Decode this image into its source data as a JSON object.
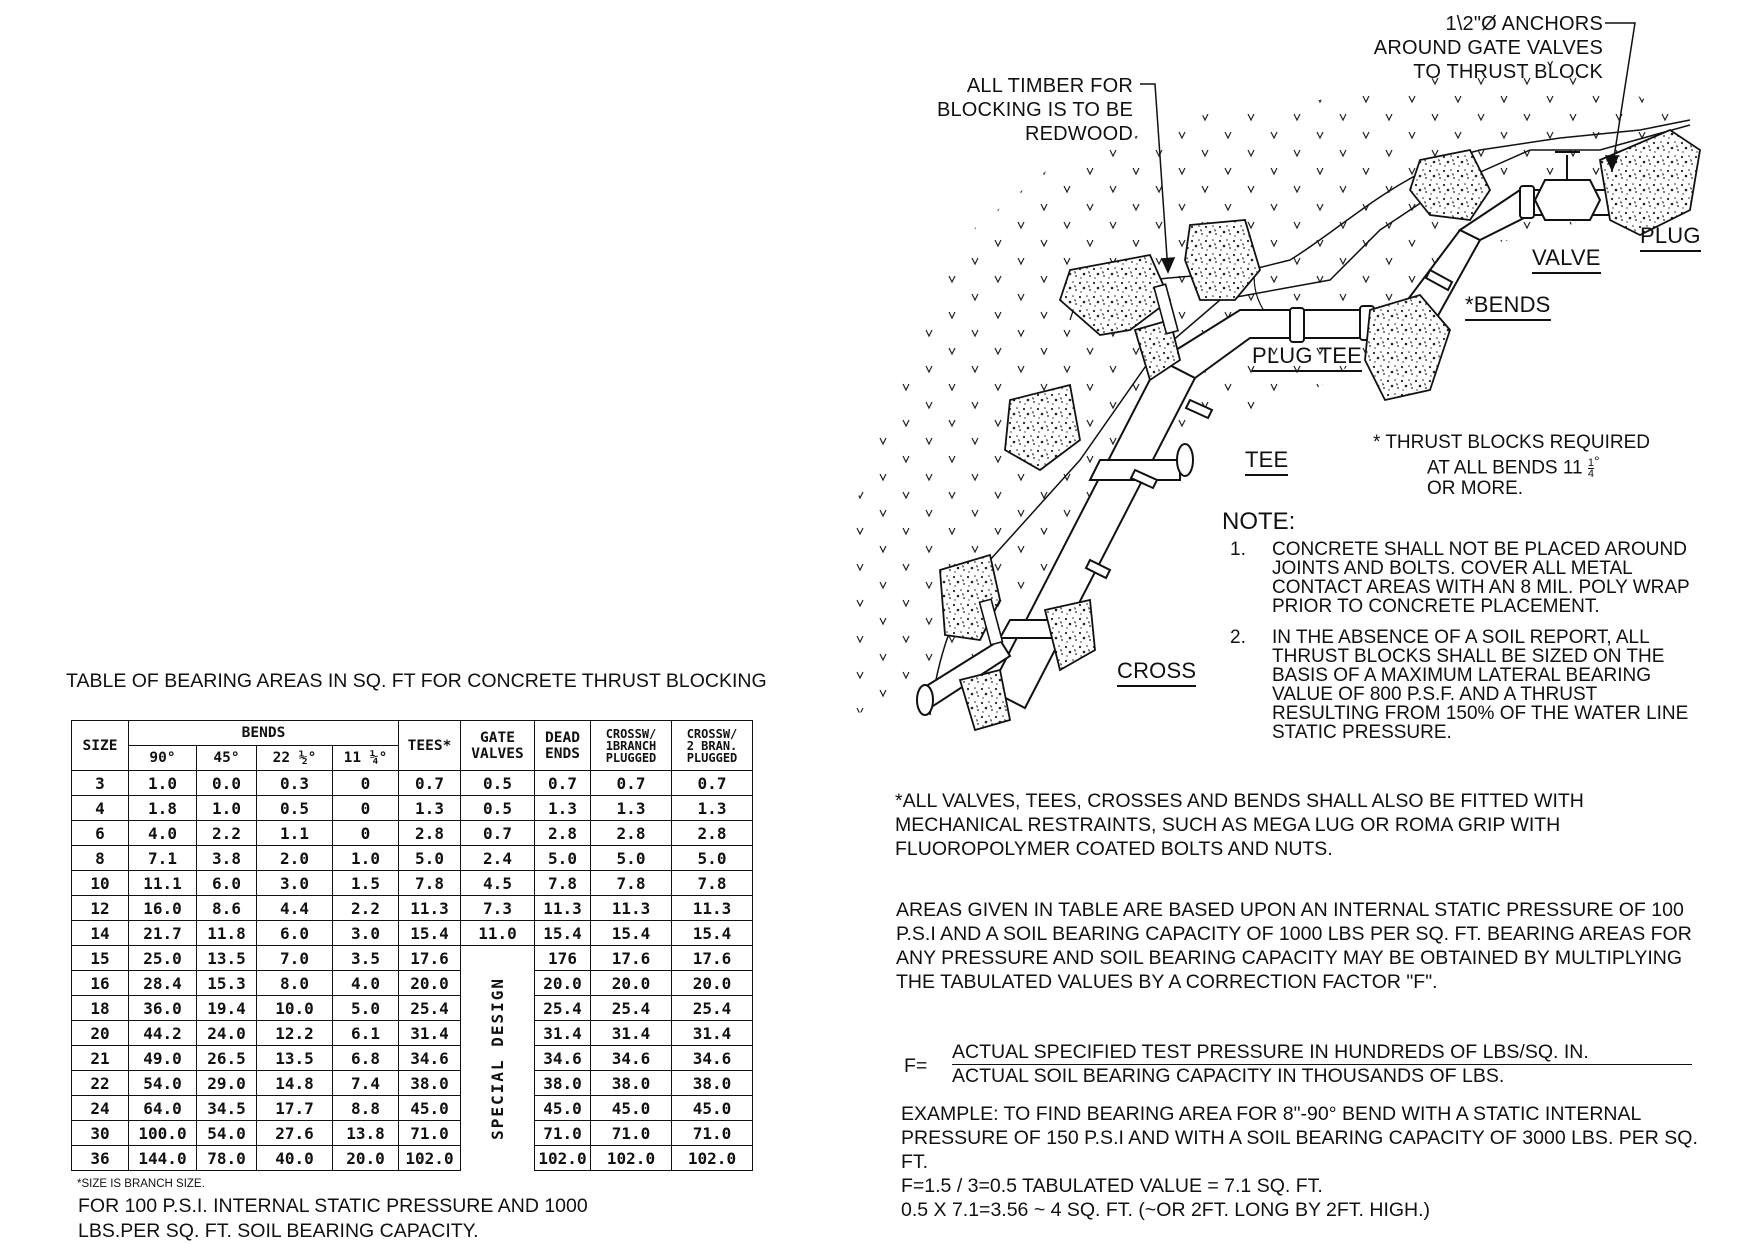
{
  "callouts": {
    "anchors": [
      "1\\2\"Ø ANCHORS",
      "AROUND GATE VALVES",
      "TO THRUST BLOCK"
    ],
    "timber": [
      "ALL TIMBER FOR",
      "BLOCKING IS TO BE",
      "REDWOOD"
    ],
    "plug": "PLUG",
    "valve": "VALVE",
    "bends": "*BENDS",
    "plug_tee": "PLUG TEE",
    "tee": "TEE",
    "cross": "CROSS"
  },
  "thrust_note": {
    "line1": "* THRUST BLOCKS REQUIRED",
    "line2": "AT ALL BENDS 11",
    "frac_num": "1",
    "frac_den": "4",
    "deg": "°",
    "line3": "OR    MORE."
  },
  "notes": {
    "heading": "NOTE:",
    "items": [
      {
        "num": "1.",
        "lines": [
          "CONCRETE SHALL NOT BE PLACED AROUND",
          "JOINTS AND BOLTS. COVER ALL METAL",
          "CONTACT AREAS  WITH AN 8 MIL. POLY WRAP",
          "PRIOR TO CONCRETE PLACEMENT."
        ]
      },
      {
        "num": "2.",
        "lines": [
          "IN THE ABSENCE OF A SOIL REPORT, ALL",
          "THRUST BLOCKS SHALL BE SIZED ON THE",
          "BASIS OF A MAXIMUM LATERAL  BEARING",
          "VALUE OF 800 P.S.F. AND A THRUST",
          "RESULTING FROM 150% OF  THE WATER LINE",
          "STATIC PRESSURE."
        ]
      }
    ]
  },
  "restraints": [
    "*ALL VALVES, TEES, CROSSES AND BENDS  SHALL ALSO BE FITTED WITH",
    "MECHANICAL RESTRAINTS, SUCH AS MEGA LUG OR ROMA GRIP WITH",
    "FLUOROPOLYMER COATED BOLTS AND NUTS."
  ],
  "areas_text": [
    "AREAS GIVEN IN TABLE ARE BASED UPON AN INTERNAL STATIC PRESSURE OF 100",
    "P.S.I AND A SOIL BEARING CAPACITY OF 1000 LBS PER SQ. FT. BEARING AREAS FOR",
    "ANY PRESSURE AND SOIL BEARING CAPACITY MAY BE OBTAINED BY MULTIPLYING",
    "THE TABULATED VALUES BY A CORRECTION FACTOR \"F\"."
  ],
  "formula": {
    "lhs": "F=",
    "numerator": "ACTUAL SPECIFIED TEST PRESSURE IN HUNDREDS OF LBS/SQ. IN.",
    "denominator": "ACTUAL SOIL BEARING CAPACITY IN THOUSANDS OF LBS."
  },
  "example": [
    "EXAMPLE: TO FIND BEARING AREA FOR 8\"-90° BEND WITH A STATIC INTERNAL",
    "PRESSURE OF 150 P.S.I AND WITH A SOIL BEARING CAPACITY OF 3000 LBS. PER SQ.",
    "FT.",
    "F=1.5 / 3=0.5 TABULATED VALUE = 7.1 SQ. FT.",
    "0.5 X 7.1=3.56 ~ 4 SQ. FT. (~OR 2FT. LONG BY 2FT. HIGH.)"
  ],
  "table": {
    "title": "TABLE OF BEARING AREAS IN SQ. FT FOR CONCRETE THRUST BLOCKING",
    "headers": {
      "size": "SIZE",
      "bends": "BENDS",
      "bend_cols": [
        "90°",
        "45°",
        "22 ½°",
        "11 ¼°"
      ],
      "tees": "TEES*",
      "gate_valves": [
        "GATE",
        "VALVES"
      ],
      "dead_ends": [
        "DEAD",
        "ENDS"
      ],
      "cross1": [
        "CROSSW/",
        "1BRANCH",
        "PLUGGED"
      ],
      "cross2": [
        "CROSSW/",
        "2 BRAN.",
        "PLUGGED"
      ]
    },
    "special_design": "SPECIAL    DESIGN",
    "rows": [
      [
        "3",
        "1.0",
        "0.0",
        "0.3",
        "0",
        "0.7",
        "0.5",
        "0.7",
        "0.7",
        "0.7"
      ],
      [
        "4",
        "1.8",
        "1.0",
        "0.5",
        "0",
        "1.3",
        "0.5",
        "1.3",
        "1.3",
        "1.3"
      ],
      [
        "6",
        "4.0",
        "2.2",
        "1.1",
        "0",
        "2.8",
        "0.7",
        "2.8",
        "2.8",
        "2.8"
      ],
      [
        "8",
        "7.1",
        "3.8",
        "2.0",
        "1.0",
        "5.0",
        "2.4",
        "5.0",
        "5.0",
        "5.0"
      ],
      [
        "10",
        "11.1",
        "6.0",
        "3.0",
        "1.5",
        "7.8",
        "4.5",
        "7.8",
        "7.8",
        "7.8"
      ],
      [
        "12",
        "16.0",
        "8.6",
        "4.4",
        "2.2",
        "11.3",
        "7.3",
        "11.3",
        "11.3",
        "11.3"
      ],
      [
        "14",
        "21.7",
        "11.8",
        "6.0",
        "3.0",
        "15.4",
        "11.0",
        "15.4",
        "15.4",
        "15.4"
      ],
      [
        "15",
        "25.0",
        "13.5",
        "7.0",
        "3.5",
        "17.6",
        "",
        "176",
        "17.6",
        "17.6"
      ],
      [
        "16",
        "28.4",
        "15.3",
        "8.0",
        "4.0",
        "20.0",
        "",
        "20.0",
        "20.0",
        "20.0"
      ],
      [
        "18",
        "36.0",
        "19.4",
        "10.0",
        "5.0",
        "25.4",
        "",
        "25.4",
        "25.4",
        "25.4"
      ],
      [
        "20",
        "44.2",
        "24.0",
        "12.2",
        "6.1",
        "31.4",
        "",
        "31.4",
        "31.4",
        "31.4"
      ],
      [
        "21",
        "49.0",
        "26.5",
        "13.5",
        "6.8",
        "34.6",
        "",
        "34.6",
        "34.6",
        "34.6"
      ],
      [
        "22",
        "54.0",
        "29.0",
        "14.8",
        "7.4",
        "38.0",
        "",
        "38.0",
        "38.0",
        "38.0"
      ],
      [
        "24",
        "64.0",
        "34.5",
        "17.7",
        "8.8",
        "45.0",
        "",
        "45.0",
        "45.0",
        "45.0"
      ],
      [
        "30",
        "100.0",
        "54.0",
        "27.6",
        "13.8",
        "71.0",
        "",
        "71.0",
        "71.0",
        "71.0"
      ],
      [
        "36",
        "144.0",
        "78.0",
        "40.0",
        "20.0",
        "102.0",
        "",
        "102.0",
        "102.0",
        "102.0"
      ]
    ],
    "footnote": "*SIZE IS BRANCH SIZE.",
    "bottom_text": [
      "FOR 100 P.S.I. INTERNAL STATIC PRESSURE AND 1000",
      "LBS.PER SQ. FT. SOIL BEARING CAPACITY."
    ]
  }
}
